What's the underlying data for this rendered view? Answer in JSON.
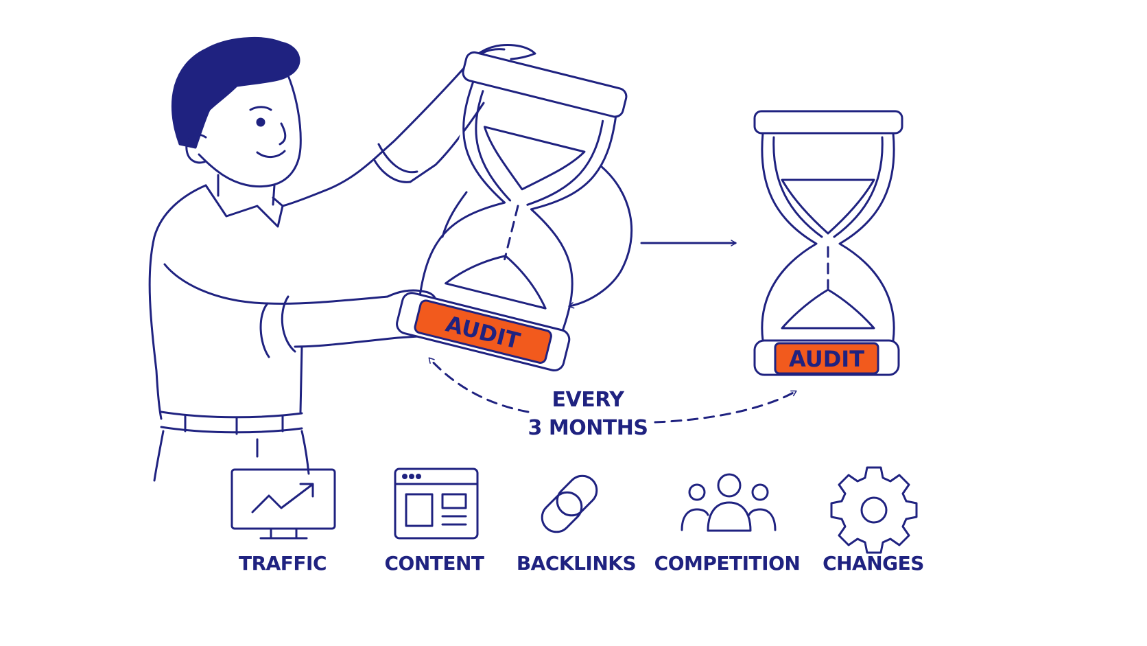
{
  "colors": {
    "ink": "#1f2280",
    "accent": "#f25a1d",
    "background": "#ffffff"
  },
  "hourglass_tilted": {
    "badge": "AUDIT"
  },
  "hourglass_upright": {
    "badge": "AUDIT"
  },
  "interval": {
    "line1": "EVERY",
    "line2": "3 MONTHS"
  },
  "factors": [
    {
      "label": "TRAFFIC",
      "icon": "monitor-chart-icon"
    },
    {
      "label": "CONTENT",
      "icon": "browser-window-icon"
    },
    {
      "label": "BACKLINKS",
      "icon": "chain-link-icon"
    },
    {
      "label": "COMPETITION",
      "icon": "people-group-icon"
    },
    {
      "label": "CHANGES",
      "icon": "gear-icon"
    }
  ]
}
